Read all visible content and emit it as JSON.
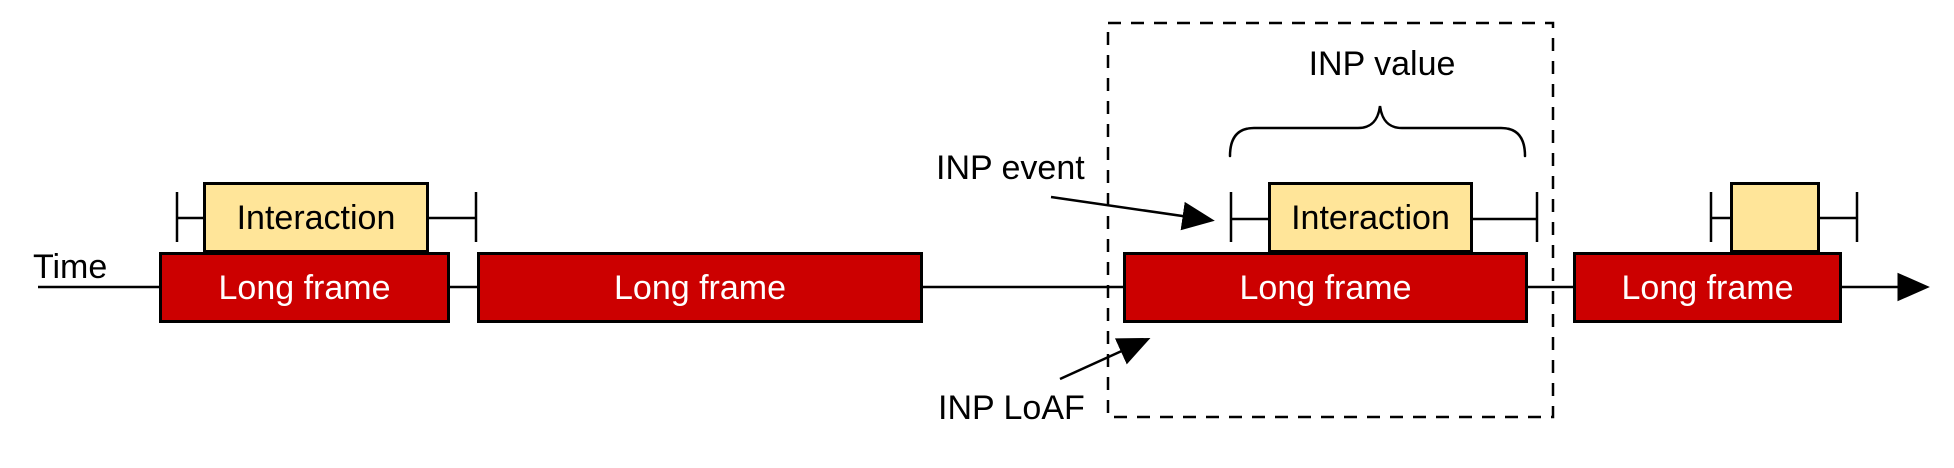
{
  "labels": {
    "time": "Time",
    "inp_value": "INP value",
    "inp_event": "INP event",
    "inp_loaf": "INP LoAF"
  },
  "frames": [
    {
      "label": "Long frame"
    },
    {
      "label": "Long frame"
    },
    {
      "label": "Long frame"
    },
    {
      "label": "Long frame"
    }
  ],
  "interactions": [
    {
      "label": "Interaction"
    },
    {
      "label": "Interaction"
    },
    {
      "label": ""
    }
  ],
  "colors": {
    "long_frame_fill": "#cc0000",
    "long_frame_text": "#ffffff",
    "interaction_fill": "#ffe599",
    "stroke": "#000000"
  }
}
